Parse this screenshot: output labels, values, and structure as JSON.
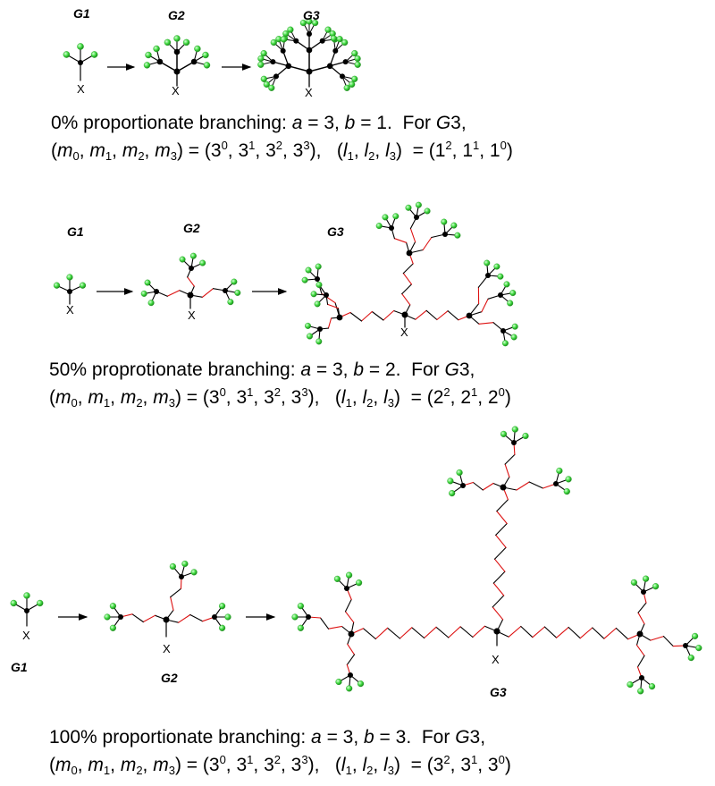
{
  "sections": [
    {
      "gen_labels": [
        "G1",
        "G2",
        "G3"
      ],
      "x_label": "X",
      "line1": {
        "percent": "0% proportionate branching: ",
        "a": "3",
        "b": "1"
      },
      "l_values": [
        [
          "1",
          "2"
        ],
        [
          "1",
          "1"
        ],
        [
          "1",
          "0"
        ]
      ]
    },
    {
      "gen_labels": [
        "G1",
        "G2",
        "G3"
      ],
      "x_label": "X",
      "line1": {
        "percent": "50% proprotionate branching: ",
        "a": "3",
        "b": "2"
      },
      "l_values": [
        [
          "2",
          "2"
        ],
        [
          "2",
          "1"
        ],
        [
          "2",
          "0"
        ]
      ]
    },
    {
      "gen_labels": [
        "G1",
        "G2",
        "G3"
      ],
      "x_label": "X",
      "line1": {
        "percent": "100% proportionate branching: ",
        "a": "3",
        "b": "3"
      },
      "l_values": [
        [
          "3",
          "2"
        ],
        [
          "3",
          "1"
        ],
        [
          "3",
          "0"
        ]
      ]
    }
  ],
  "m_values": [
    [
      "3",
      "0"
    ],
    [
      "3",
      "1"
    ],
    [
      "3",
      "2"
    ],
    [
      "3",
      "3"
    ]
  ],
  "colors": {
    "bond": "#000000",
    "spacer": "#dd1111",
    "terminal": "#44dd44",
    "branch": "#000000"
  }
}
